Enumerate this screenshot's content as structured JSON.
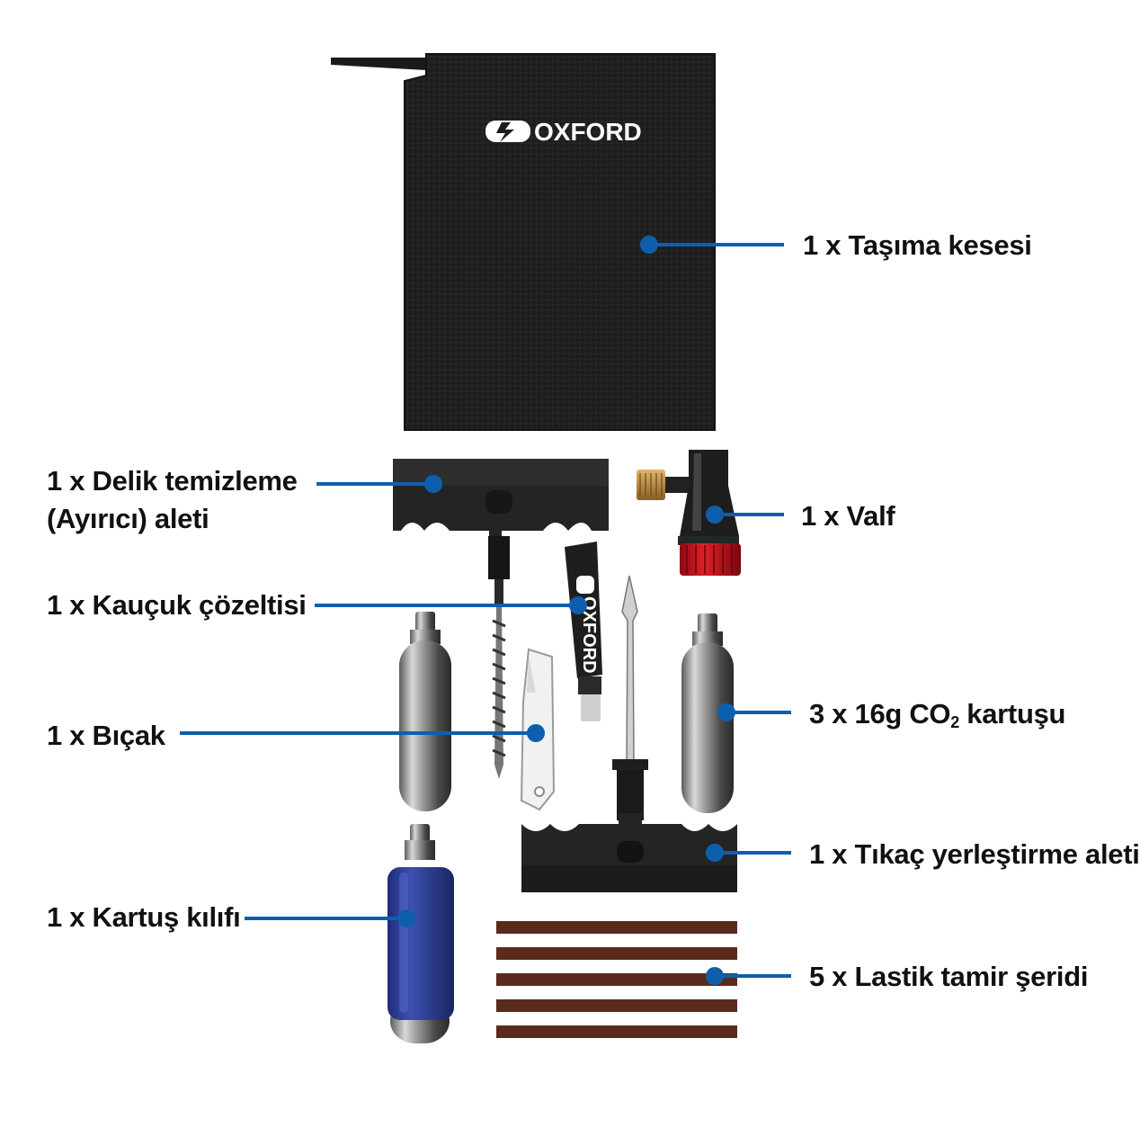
{
  "brand": {
    "logo_text": "OXFORD",
    "tube_logo_text": "OXFORD"
  },
  "colors": {
    "callout": "#0d5fae",
    "label_text": "#111111",
    "pouch": "#1c1c1c",
    "handle": "#222222",
    "sleeve": "#2e3f9a",
    "valve_cap": "#d0141c",
    "valve_brass": "#c08a3e",
    "strip": "#5a2a1c",
    "cartridge": "#9a9a9a"
  },
  "labels": {
    "pouch": "1 x Taşıma kesesi",
    "reamer_line1": "1 x Delik temizleme",
    "reamer_line2": "(Ayırıcı) aleti",
    "valve": "1 x Valf",
    "cement": "1 x Kauçuk çözeltisi",
    "knife": "1 x Bıçak",
    "co2_prefix": "3 x 16g CO",
    "co2_sub": "2",
    "co2_suffix": " kartuşu",
    "insertion_tool": "1 x Tıkaç yerleştirme aleti",
    "sleeve": "1 x Kartuş kılıfı",
    "strips": "5 x Lastik tamir şeridi"
  },
  "quantities": {
    "strip_count": 5,
    "co2_cartridge_count": 3
  }
}
